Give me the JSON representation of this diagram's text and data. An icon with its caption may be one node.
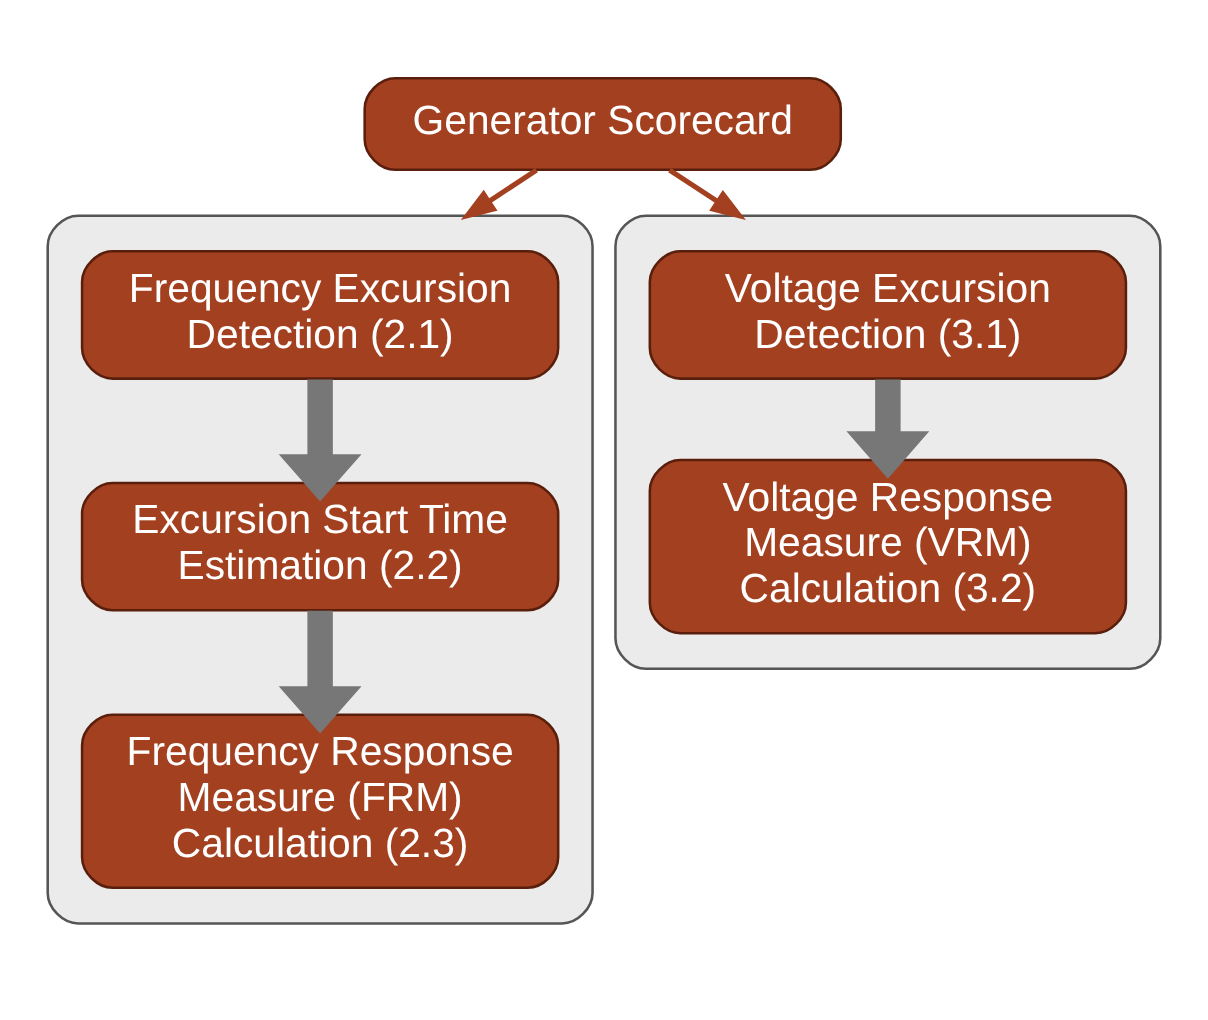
{
  "diagram": {
    "nodes": [
      {
        "text": [
          "Generator Scorecard"
        ]
      },
      {
        "text": [],
        "shape": "box"
      },
      {
        "text": [
          "Frequency Excursion Detection (2.1)"
        ],
        "in": 1
      },
      {
        "text": [
          "Excursion Start Time Estimation (2.2)"
        ],
        "in": 1
      },
      {
        "text": [
          "Frequency Response Measure (FRM) Calculation (2.3)"
        ],
        "in": 1
      },
      {
        "text": [],
        "shape": "box"
      },
      {
        "text": [
          "Voltage Excursion Detection (3.1)"
        ],
        "in": 5
      },
      {
        "text": [
          "Voltage Response Measure (VRM) Calculation (3.2)"
        ],
        "in": 5
      }
    ],
    "edges": [
      {
        "from": 0,
        "to": 1,
        "arrow": "to",
        "color": "#a3401f"
      },
      {
        "from": 0,
        "to": 5,
        "arrow": "to",
        "color": "#a3401f"
      },
      {
        "from": 2,
        "to": 3,
        "arrow": "to"
      },
      {
        "from": 3,
        "to": 4,
        "arrow": "to"
      },
      {
        "from": 6,
        "to": 7,
        "arrow": "to"
      }
    ]
  }
}
